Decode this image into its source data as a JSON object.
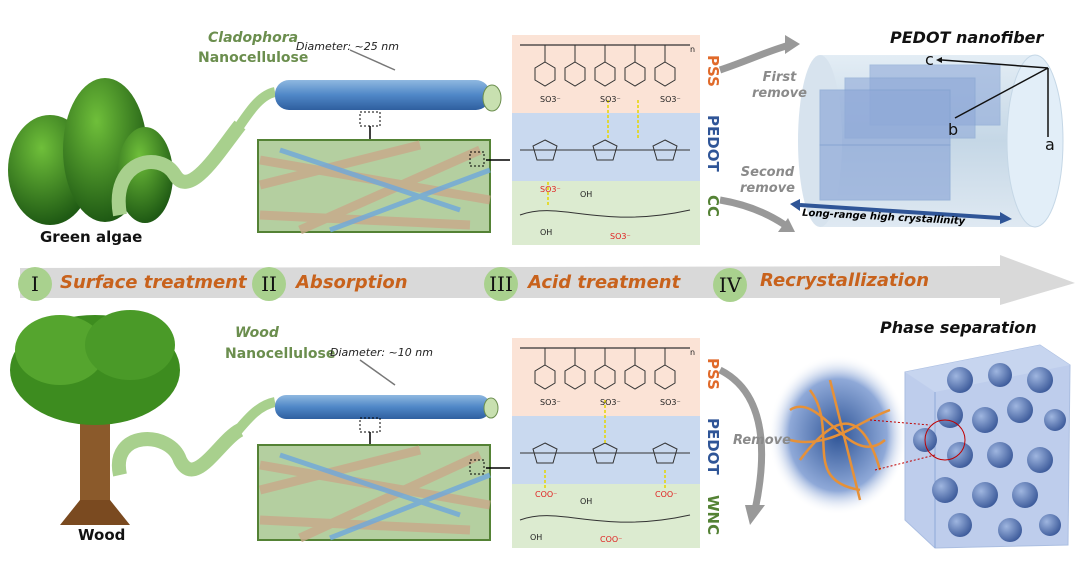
{
  "top": {
    "source_label": "Green algae",
    "nanocellulose_line1": "Cladophora",
    "nanocellulose_line2": "Nanocellulose",
    "diameter": "Diameter: ~25 nm",
    "chem_labels": [
      "PSS",
      "PEDOT",
      "CC"
    ],
    "first_remove": [
      "First",
      "remove"
    ],
    "second_remove": [
      "Second",
      "remove"
    ],
    "result_title": "PEDOT nanofiber",
    "axes": [
      "a",
      "b",
      "c"
    ],
    "crystallinity": "Long-range high crystallinity",
    "groups": {
      "so3": "SO3⁻",
      "n": "n",
      "oh": "OH"
    }
  },
  "steps": [
    {
      "numeral": "I",
      "label": "Surface treatment"
    },
    {
      "numeral": "II",
      "label": "Absorption"
    },
    {
      "numeral": "III",
      "label": "Acid treatment"
    },
    {
      "numeral": "IV",
      "label": "Recrystallization"
    }
  ],
  "bottom": {
    "source_label": "Wood",
    "nanocellulose_line1": "Wood",
    "nanocellulose_line2": "Nanocellulose",
    "diameter": "Diameter: ~10 nm",
    "chem_labels": [
      "PSS",
      "PEDOT",
      "WNC"
    ],
    "remove": "Remove",
    "result_title": "Phase separation",
    "groups": {
      "coo": "COO⁻",
      "n": "n",
      "oh": "OH"
    }
  },
  "colors": {
    "pss_bg": "#fbe3d6",
    "pedot_bg": "#c9d9ef",
    "cc_bg": "#dcebd0",
    "pss_label": "#e06a2a",
    "pedot_label": "#2f5597",
    "cc_label": "#548235",
    "step_text": "#c8621c",
    "step_circle": "#a9d18e",
    "process_arrow": "#d9d9d9"
  }
}
